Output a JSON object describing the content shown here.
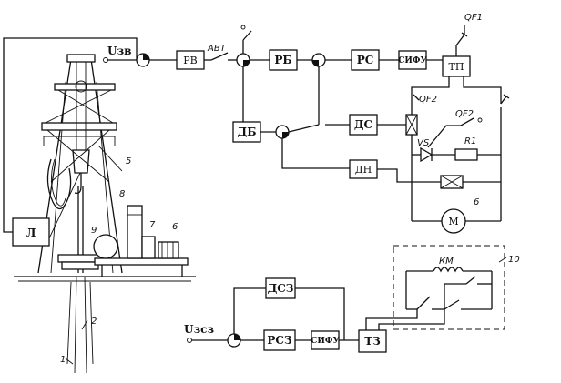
{
  "blocks": {
    "rv": "РВ",
    "rb": "РБ",
    "rs": "РС",
    "sifu_top": "СИФУ",
    "tp": "ТП",
    "db": "ДБ",
    "ds": "ДС",
    "dn": "ДН",
    "dsz": "ДСЗ",
    "rsz": "РСЗ",
    "sifu_bot": "СИФУ",
    "tz": "ТЗ",
    "l": "Л",
    "motor": "М"
  },
  "labels": {
    "u_zv": "Uзв",
    "u_zsz": "Uзсз",
    "avt": "АВТ",
    "qf1": "QF1",
    "qf2_a": "QF2",
    "qf2_b": "QF2",
    "vs": "VS",
    "r1": "R1",
    "km": "КМ"
  },
  "numbers": {
    "n1": "1",
    "n2": "2",
    "n5": "5",
    "n6a": "6",
    "n6b": "6",
    "n7": "7",
    "n8": "8",
    "n9": "9",
    "n10": "10"
  }
}
